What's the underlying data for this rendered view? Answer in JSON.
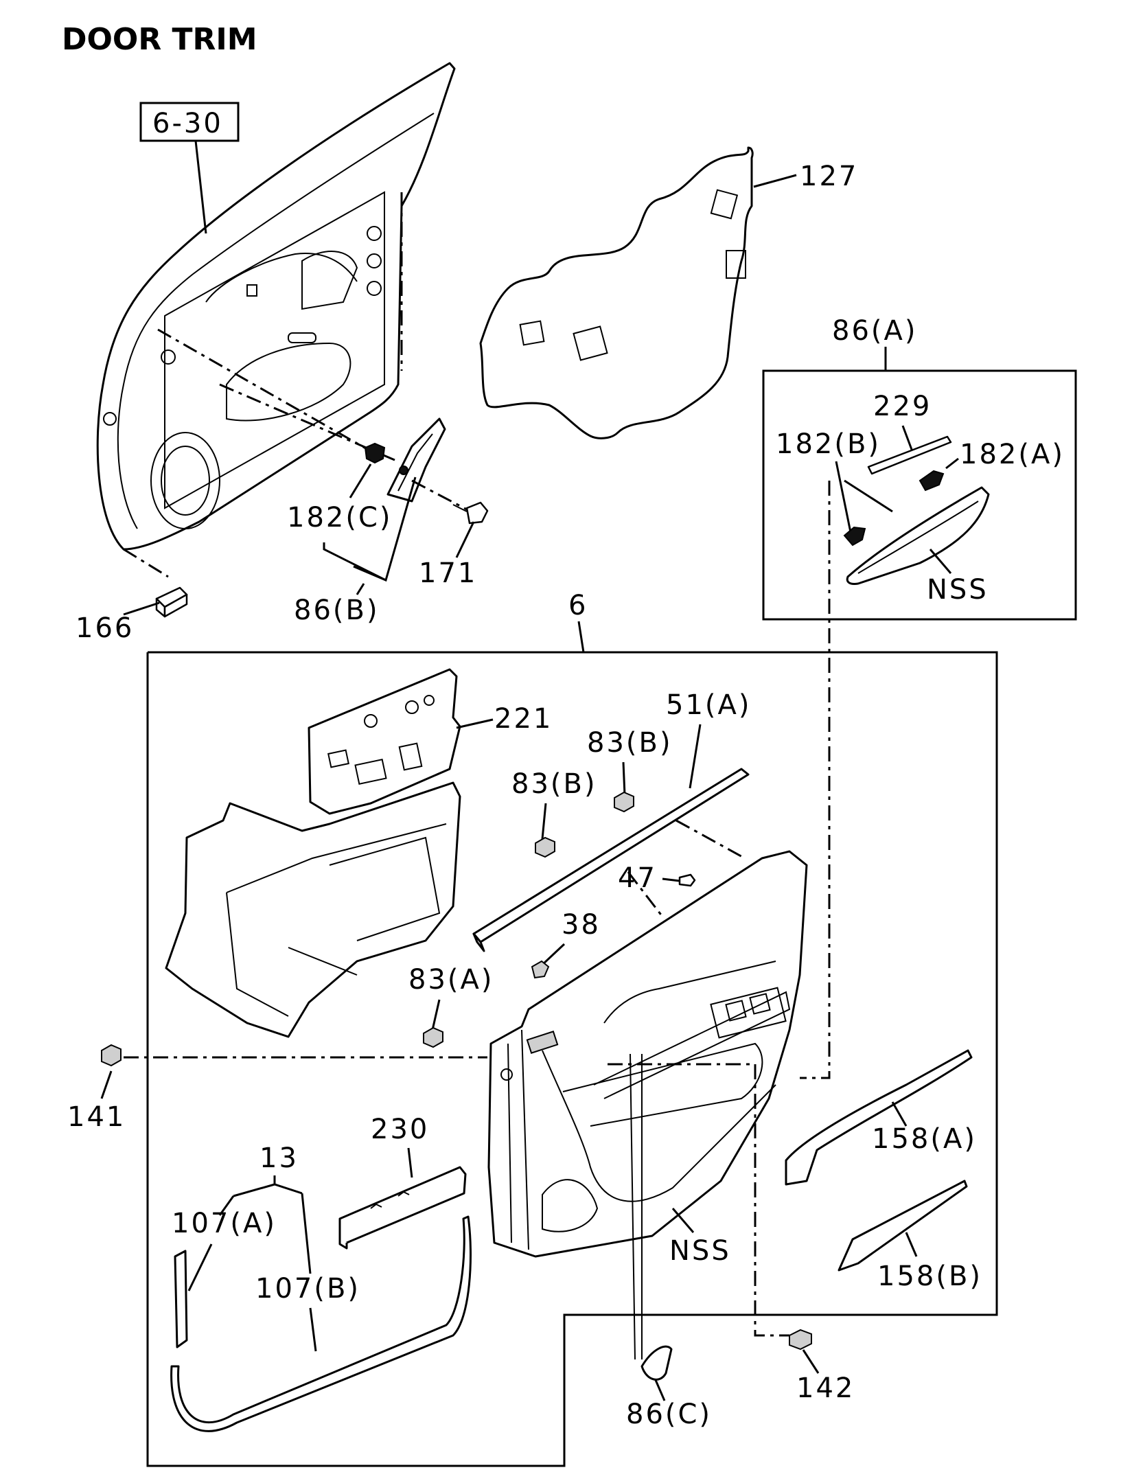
{
  "title": "DOOR TRIM",
  "callouts": {
    "ref_6_30": "6-30",
    "p127": "127",
    "p86A": "86(A)",
    "p229": "229",
    "p182B": "182(B)",
    "p182A": "182(A)",
    "nss_inset": "NSS",
    "p182C": "182(C)",
    "p171": "171",
    "p166": "166",
    "p86B": "86(B)",
    "p6": "6",
    "p221": "221",
    "p51A": "51(A)",
    "p83B_1": "83(B)",
    "p83B_2": "83(B)",
    "p47": "47",
    "p38": "38",
    "p83A": "83(A)",
    "p141": "141",
    "p230": "230",
    "p13": "13",
    "p107A": "107(A)",
    "p107B": "107(B)",
    "nss_panel": "NSS",
    "p158A": "158(A)",
    "p158B": "158(B)",
    "p86C": "86(C)",
    "p142": "142"
  }
}
